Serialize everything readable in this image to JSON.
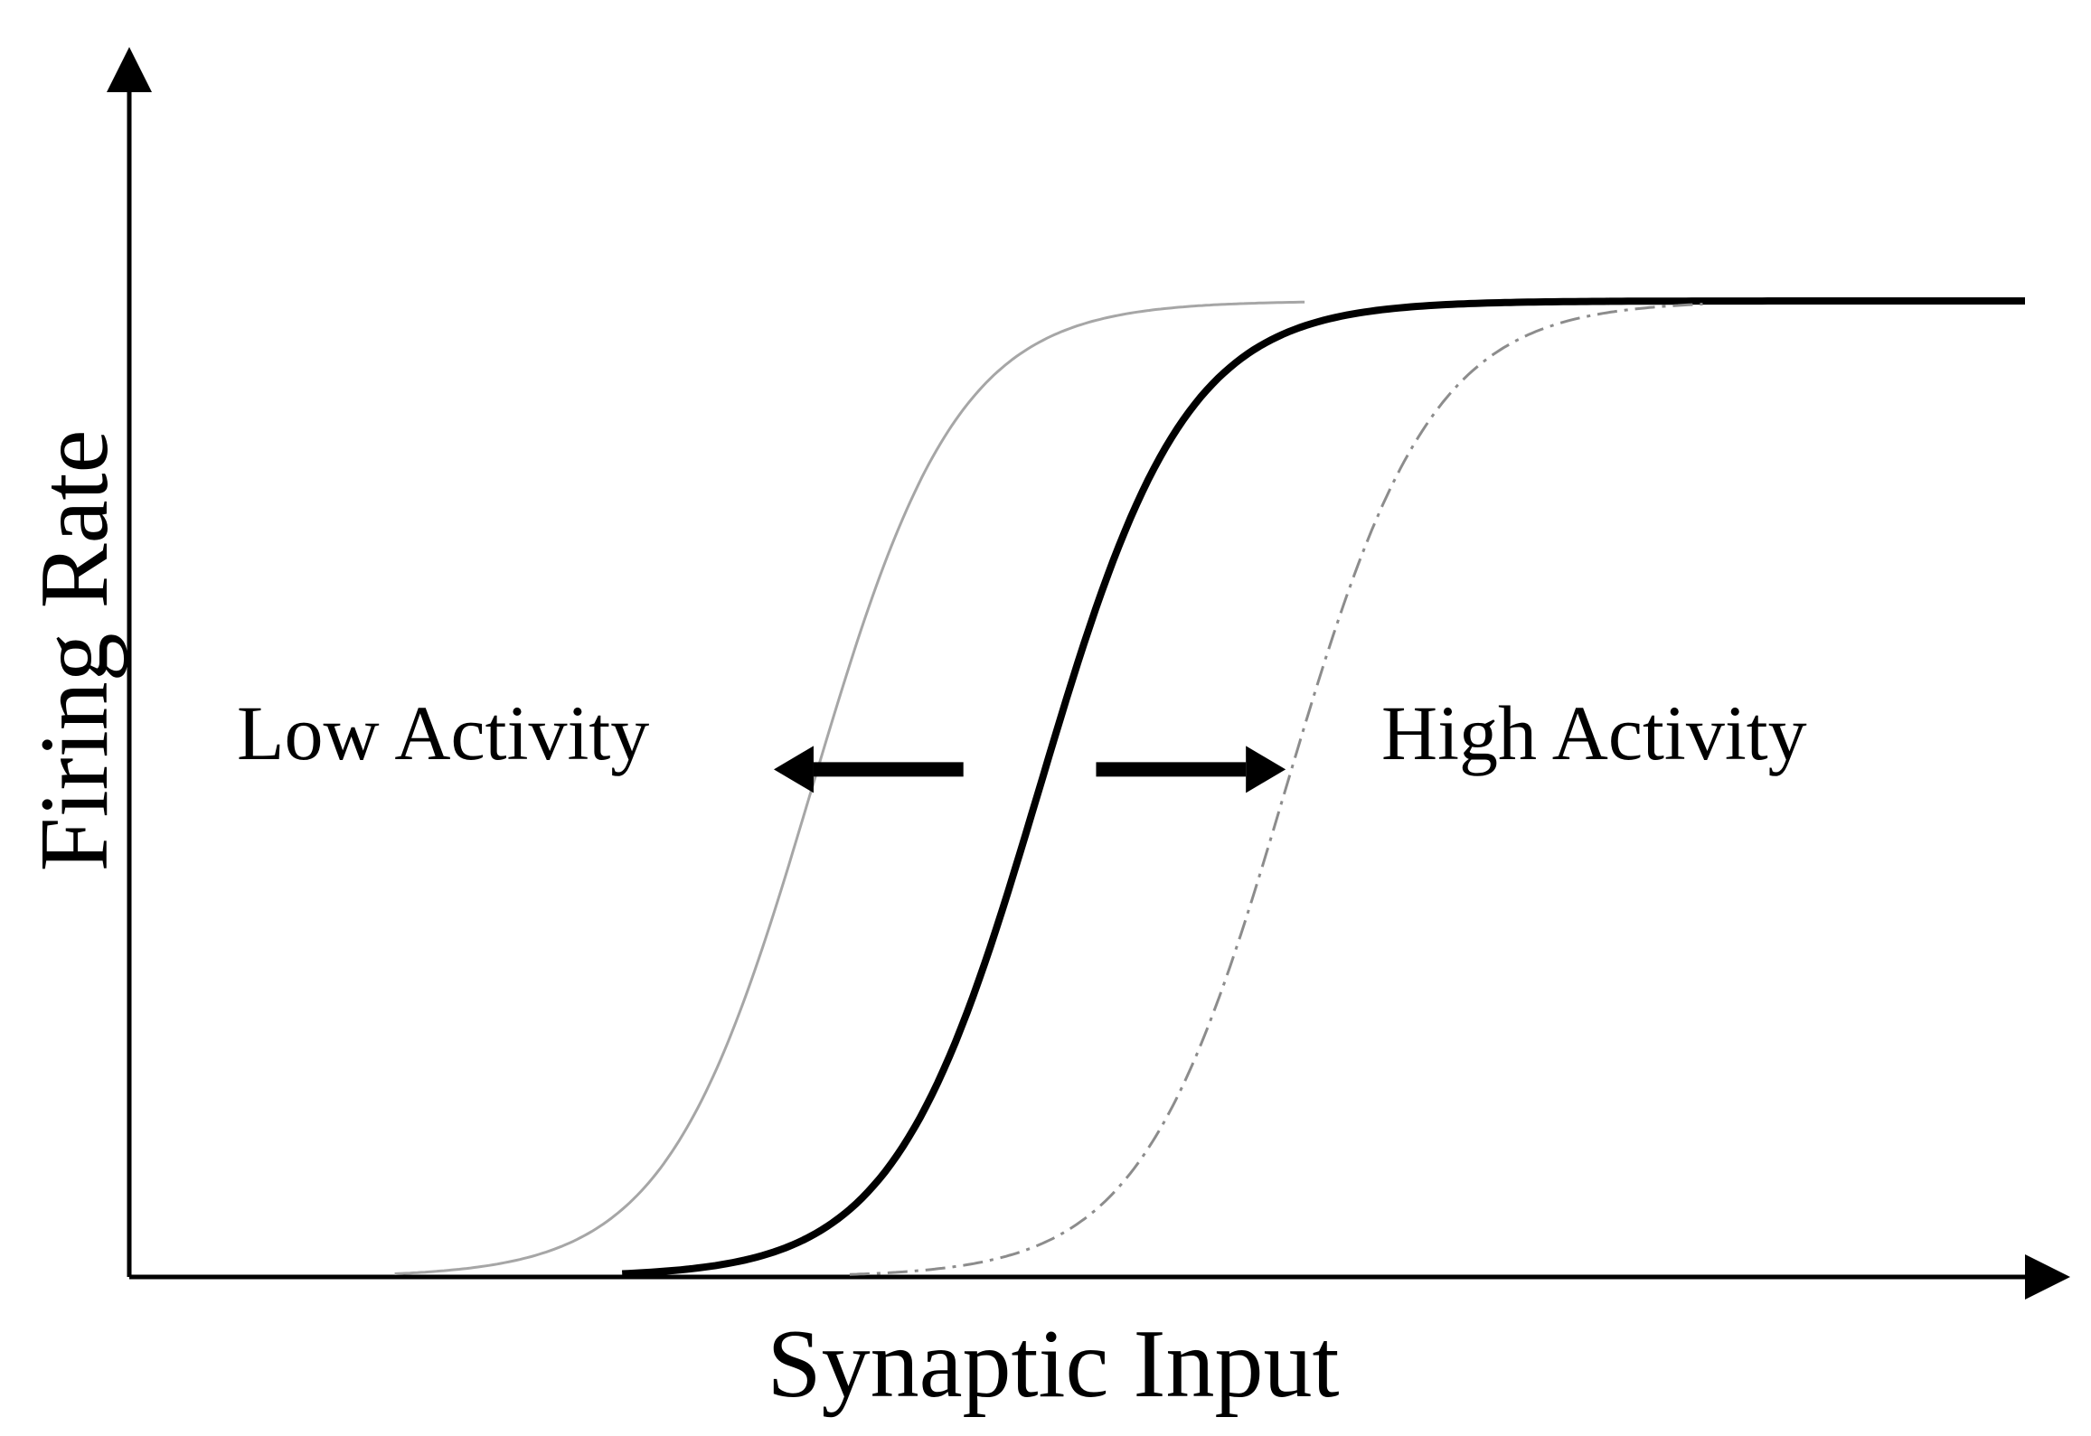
{
  "chart_data": {
    "type": "line",
    "title": "",
    "xlabel": "Synaptic Input",
    "ylabel": "Firing Rate",
    "xlim": [
      0,
      10
    ],
    "ylim": [
      0,
      1
    ],
    "grid": false,
    "series": [
      {
        "key": "low",
        "x0": 3.6,
        "k": 2.6,
        "style": "thin-gray",
        "color": "#a6a6a6"
      },
      {
        "key": "base",
        "x0": 4.8,
        "k": 2.6,
        "style": "bold-black",
        "color": "#000000"
      },
      {
        "key": "high",
        "x0": 6.1,
        "k": 2.6,
        "style": "dash-dot-gray",
        "color": "#8c8c8c"
      }
    ],
    "annotations": {
      "low": "Low Activity",
      "high": "High Activity"
    },
    "arrows": [
      {
        "direction": "left",
        "from_x": 4.4,
        "to_x": 3.4,
        "y": 0.52
      },
      {
        "direction": "right",
        "from_x": 5.1,
        "to_x": 6.1,
        "y": 0.52
      }
    ]
  }
}
